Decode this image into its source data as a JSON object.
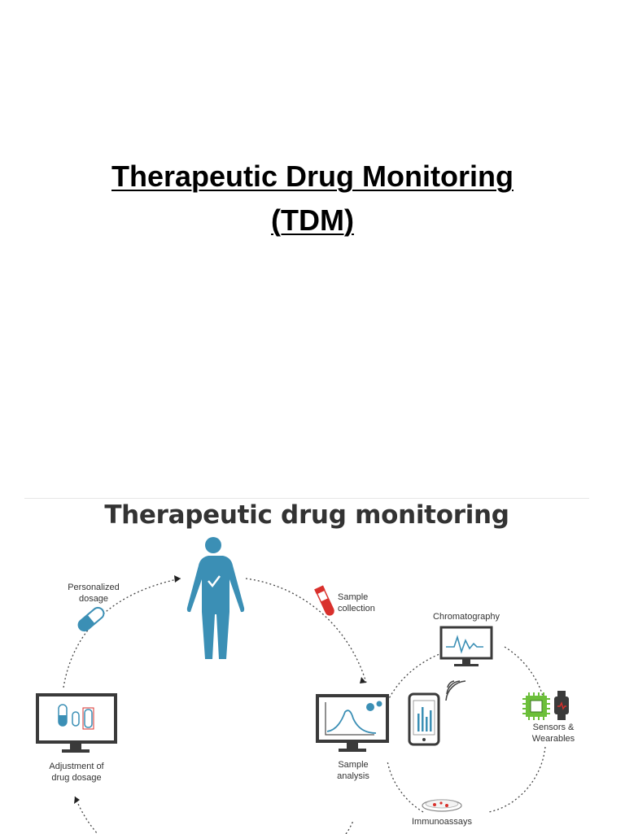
{
  "slide": {
    "title_line1": "Therapeutic Drug Monitoring",
    "title_line2": "(TDM)"
  },
  "figure": {
    "title": "Therapeutic drug monitoring",
    "labels": {
      "personalized_dosage": [
        "Personalized",
        "dosage"
      ],
      "sample_collection": [
        "Sample",
        "collection"
      ],
      "chromatography": "Chromatography",
      "sensors_wearables": [
        "Sensors &",
        "Wearables"
      ],
      "adjustment": [
        "Adjustment of",
        "drug dosage"
      ],
      "sample_analysis": [
        "Sample",
        "analysis"
      ],
      "immunoassays": "Immunoassays"
    },
    "colors": {
      "figure_blue": "#3b8fb5",
      "accent_red": "#d9302c",
      "chip_green": "#6cbf3a",
      "device_dark": "#3a3a3a"
    },
    "icons": [
      "human-figure-icon",
      "pill-capsule-icon",
      "test-tube-icon",
      "monitor-icon",
      "smartphone-icon",
      "wireless-signal-icon",
      "chip-icon",
      "smartwatch-icon",
      "petri-dish-icon",
      "gears-icon"
    ]
  }
}
